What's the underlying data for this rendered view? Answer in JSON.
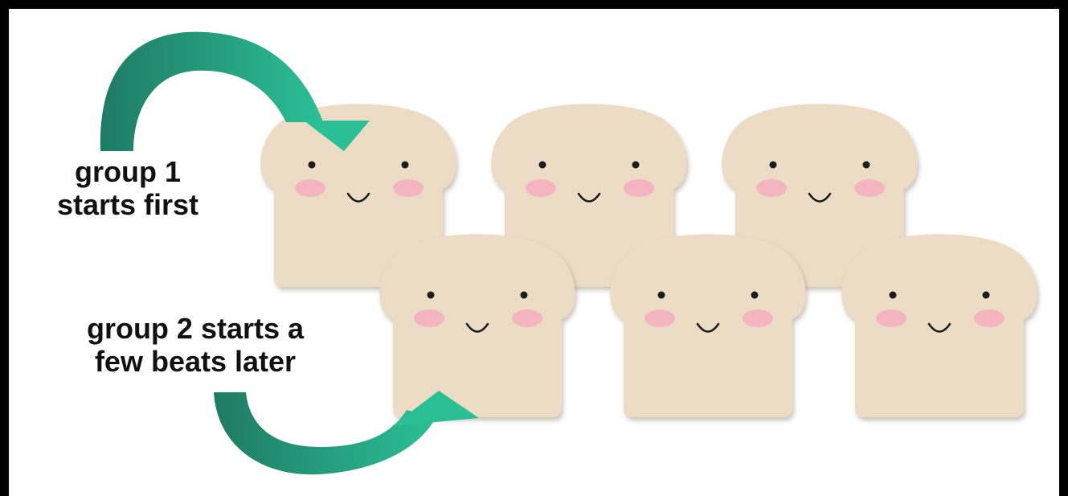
{
  "labels": {
    "group1": {
      "line1": "group 1",
      "line2": "starts first"
    },
    "group2": {
      "line1": "group 2 starts a",
      "line2": "few beats later"
    }
  },
  "colors": {
    "border": "#000000",
    "arrow_dark": "#1f7a64",
    "arrow_light": "#2bbf96",
    "bread": "#ecdcc5",
    "bread_shadow": "#c9bba8",
    "blush": "#f4b4c0",
    "face": "#1a1a1a"
  },
  "icons": {
    "bread": "smiling-bread-slice-icon",
    "arrow": "curved-arrow-icon"
  }
}
